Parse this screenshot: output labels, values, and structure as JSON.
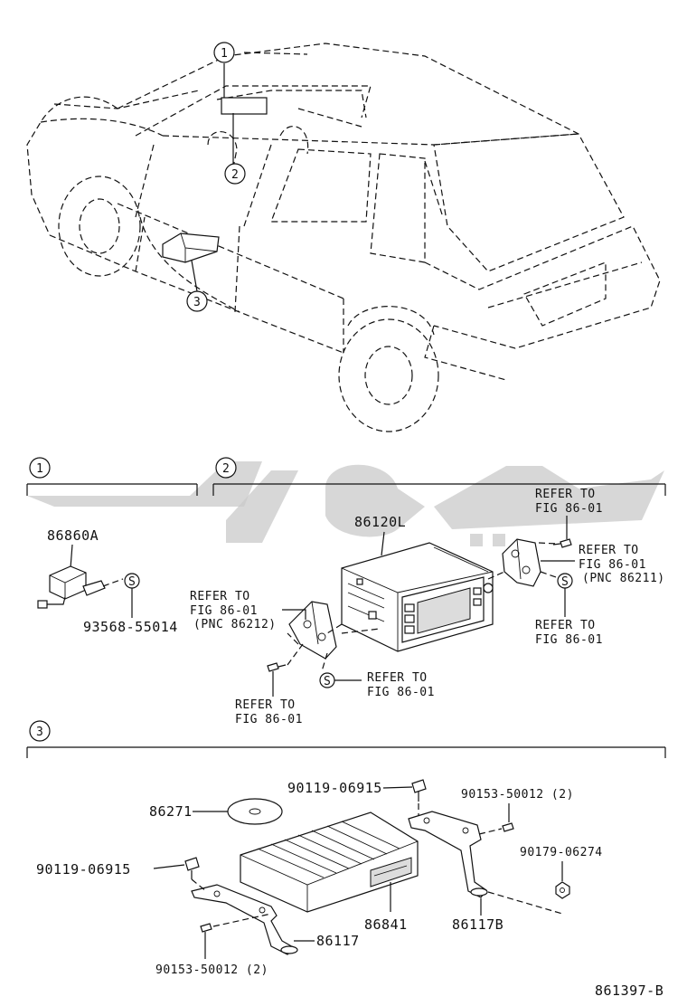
{
  "figure_id": "861397-B",
  "callouts": {
    "c1": "1",
    "c2": "2",
    "c3": "3"
  },
  "section1": {
    "label": "1",
    "part_unit": "86860A",
    "part_screw": "93568-55014",
    "screw_symbol": "S"
  },
  "section2": {
    "label": "2",
    "part_main": "86120L",
    "ref_top_1": "REFER TO",
    "ref_top_2": "FIG 86-01",
    "ref_right_1": "REFER TO",
    "ref_right_2": "FIG 86-01",
    "ref_right_3": "(PNC 86211)",
    "ref_right_low_1": "REFER TO",
    "ref_right_low_2": "FIG 86-01",
    "ref_left_1": "REFER TO",
    "ref_left_2": "FIG 86-01",
    "ref_left_3": "(PNC 86212)",
    "ref_mid_1": "REFER TO",
    "ref_mid_2": "FIG 86-01",
    "ref_bottom_1": "REFER TO",
    "ref_bottom_2": "FIG 86-01",
    "screw_symbol": "S"
  },
  "section3": {
    "label": "3",
    "part_disc": "86271",
    "part_bolt_top": "90119-06915",
    "part_bolt_left": "90119-06915",
    "part_screw_right": "90153-50012 (2)",
    "part_nut": "90179-06274",
    "part_changer": "86841",
    "part_bracket_r": "86117B",
    "part_bracket_l": "86117",
    "part_screw_left": "90153-50012 (2)"
  },
  "colors": {
    "line": "#111111",
    "watermark": "#c9c9c9"
  }
}
